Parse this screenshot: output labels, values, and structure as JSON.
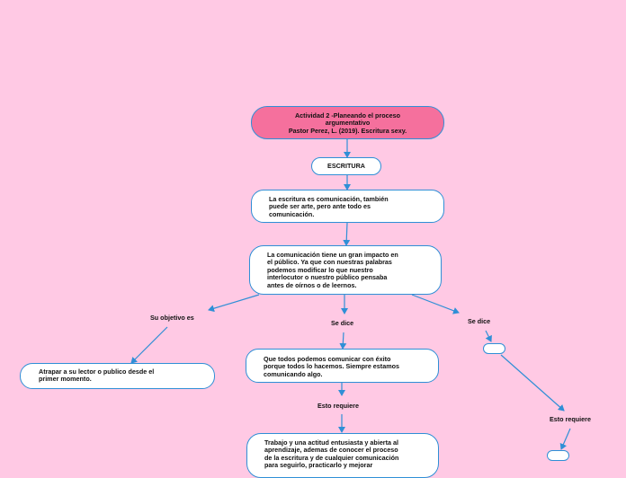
{
  "root": {
    "line1": "Actividad 2 -Planeando el proceso",
    "line2": "argumentativo",
    "line3": "Pastor Perez, L. (2019). Escritura sexy."
  },
  "escritura": "ESCRITURA",
  "definicion": {
    "line1": "La escritura es comunicación, también",
    "line2": "puede ser arte, pero ante todo es",
    "line3": "comunicación."
  },
  "impacto": {
    "line1": "La comunicación tiene un gran impacto en",
    "line2": "el público. Ya que con nuestras palabras",
    "line3": "podemos modificar lo que nuestro",
    "line4": "interlocutor o nuestro público pensaba",
    "line5": "antes de oírnos o de leernos."
  },
  "labels": {
    "objetivo": "Su objetivo es",
    "se_dice_center": "Se dice",
    "se_dice_right": "Se dice",
    "requiere_center": "Esto requiere",
    "requiere_right": "Esto requiere"
  },
  "atrapar": {
    "line1": "Atrapar a su lector o publico desde el",
    "line2": "primer momento."
  },
  "todos": {
    "line1": "Que todos podemos comunicar con éxito",
    "line2": "porque todos lo hacemos. Siempre estamos",
    "line3": "comunicando algo."
  },
  "trabajo": {
    "line1": "Trabajo y una actitud entusiasta y abierta al",
    "line2": "aprendizaje, ademas de conocer el proceso",
    "line3": "de la escritura y de cualquier comunicación",
    "line4": "para seguirlo, practicarlo y mejorar"
  },
  "colors": {
    "background": "#ffc9e4",
    "root_fill": "#f5709d",
    "connector": "#2f8fd6"
  }
}
